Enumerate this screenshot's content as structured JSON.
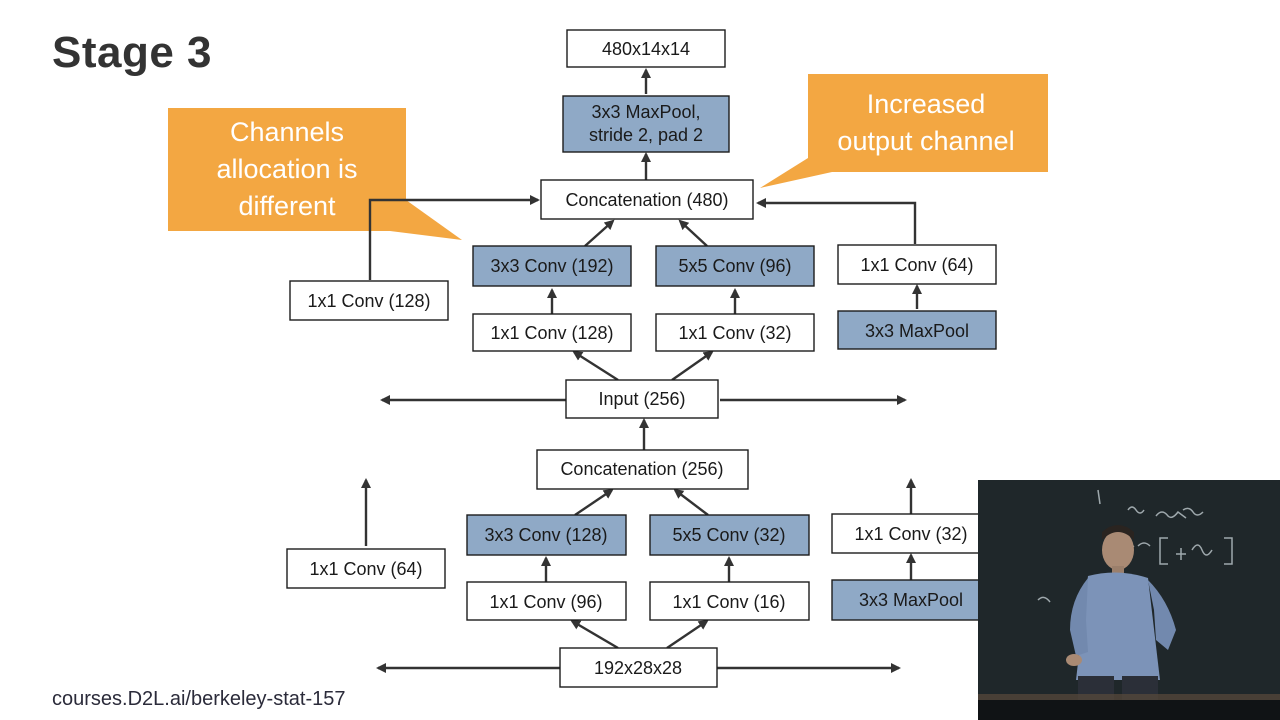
{
  "slide": {
    "title": "Stage 3",
    "footer": "courses.D2L.ai/berkeley-stat-157"
  },
  "callouts": {
    "left": [
      "Channels",
      "allocation is",
      "different"
    ],
    "right": [
      "Increased",
      "output channel"
    ]
  },
  "diagram": {
    "upper": {
      "output": "480x14x14",
      "pool_line1": "3x3 MaxPool,",
      "pool_line2": "stride 2, pad 2",
      "concat": "Concatenation (480)",
      "input": "Input (256)",
      "path1_conv": "1x1 Conv (128)",
      "path2_reduce": "1x1 Conv (128)",
      "path2_conv": "3x3 Conv (192)",
      "path3_reduce": "1x1 Conv (32)",
      "path3_conv": "5x5 Conv (96)",
      "path4_pool": "3x3 MaxPool",
      "path4_conv": "1x1 Conv (64)"
    },
    "lower": {
      "concat": "Concatenation (256)",
      "input": "192x28x28",
      "path1_conv": "1x1 Conv (64)",
      "path2_reduce": "1x1 Conv (96)",
      "path2_conv": "3x3 Conv (128)",
      "path3_reduce": "1x1 Conv (16)",
      "path3_conv": "5x5 Conv (32)",
      "path4_pool": "3x3 MaxPool",
      "path4_conv": "1x1 Conv (32)"
    }
  },
  "colors": {
    "conv_fill": "#8fa9c6",
    "callout": "#f3a742",
    "title": "#333333"
  }
}
